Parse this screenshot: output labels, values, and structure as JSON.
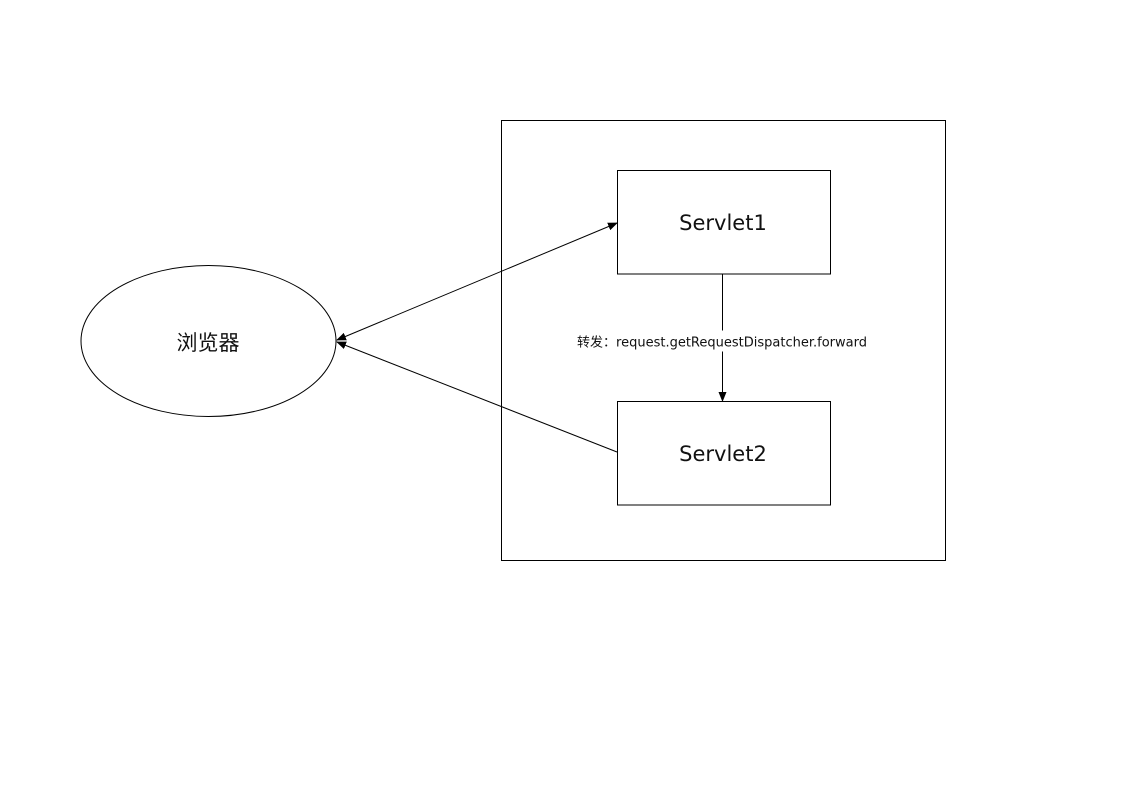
{
  "diagram": {
    "browser": {
      "label": "浏览器"
    },
    "servlet1": {
      "label": "Servlet1"
    },
    "servlet2": {
      "label": "Servlet2"
    },
    "forward_edge": {
      "label": "转发：request.getRequestDispatcher.forward"
    },
    "colors": {
      "stroke": "#000000",
      "fill": "#ffffff",
      "text": "#111111"
    }
  }
}
